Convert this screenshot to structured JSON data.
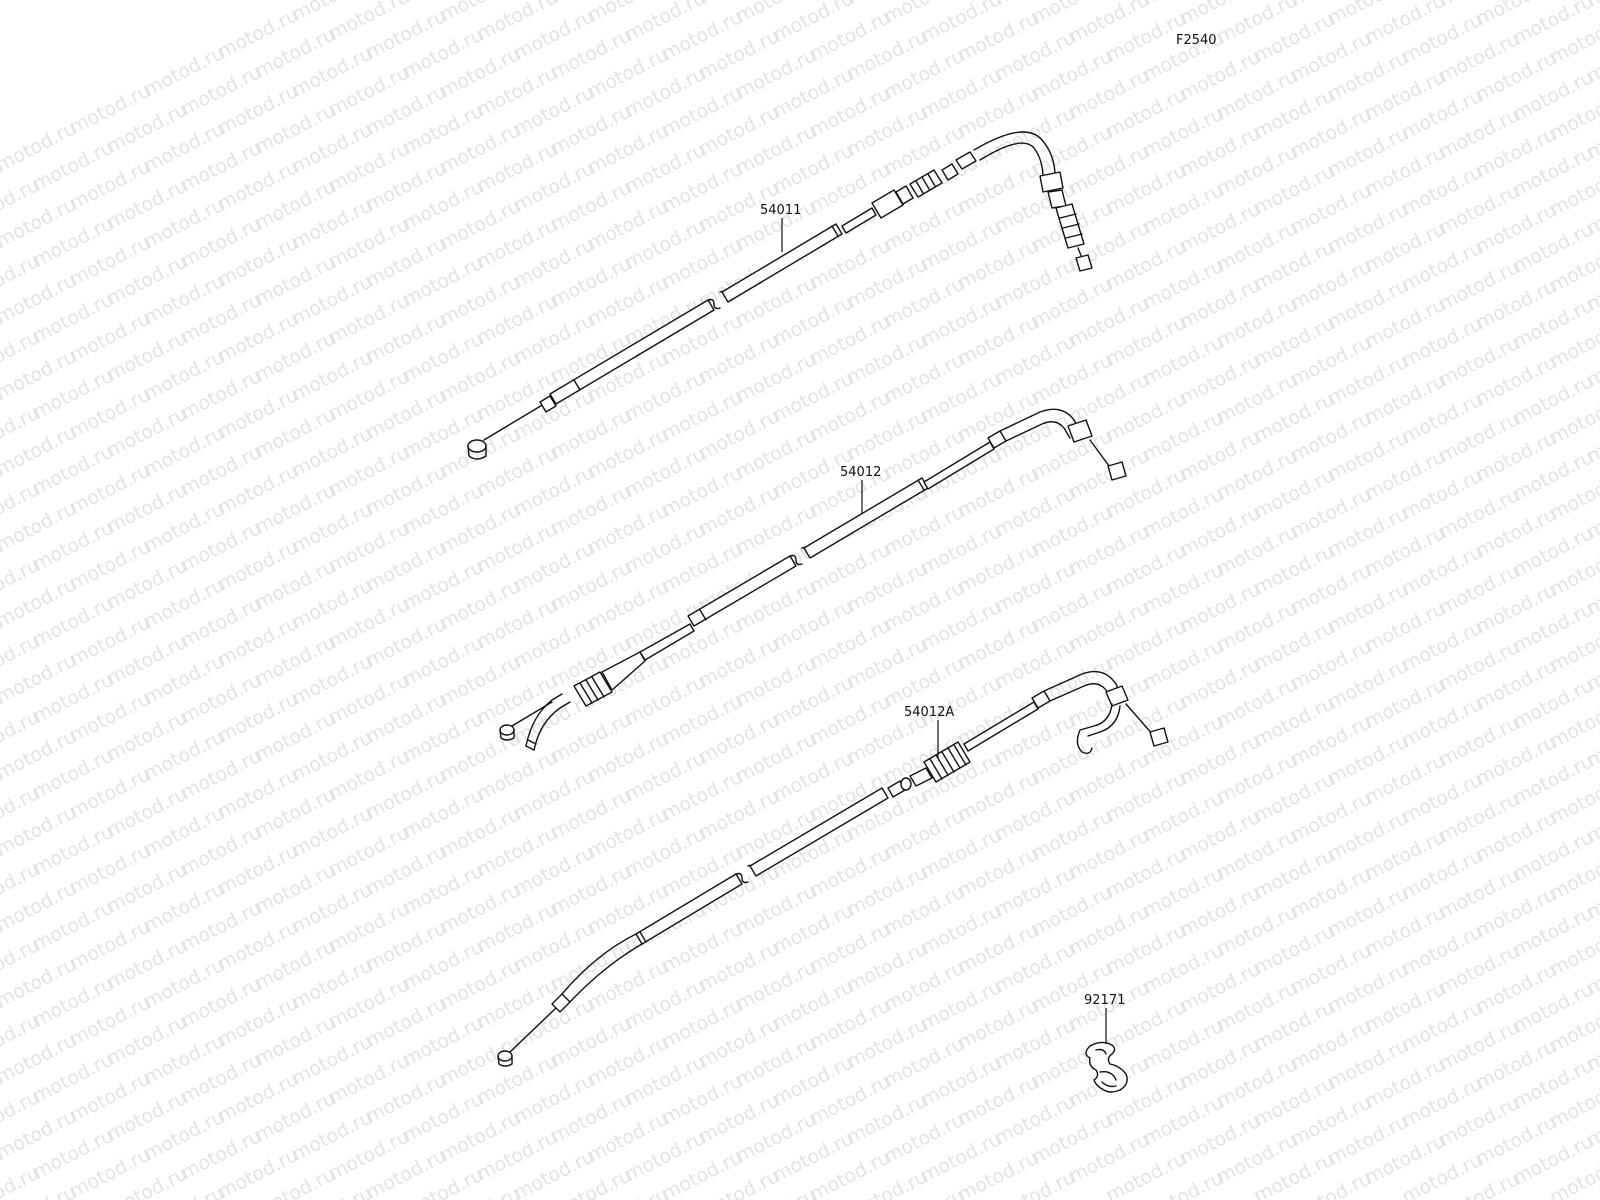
{
  "diagram_code": "F2540",
  "watermark_text": "motod.ru",
  "parts": [
    {
      "id": "p54011",
      "number": "54011"
    },
    {
      "id": "p54012",
      "number": "54012"
    },
    {
      "id": "p54012a",
      "number": "54012A"
    },
    {
      "id": "p92171",
      "number": "92171"
    }
  ]
}
